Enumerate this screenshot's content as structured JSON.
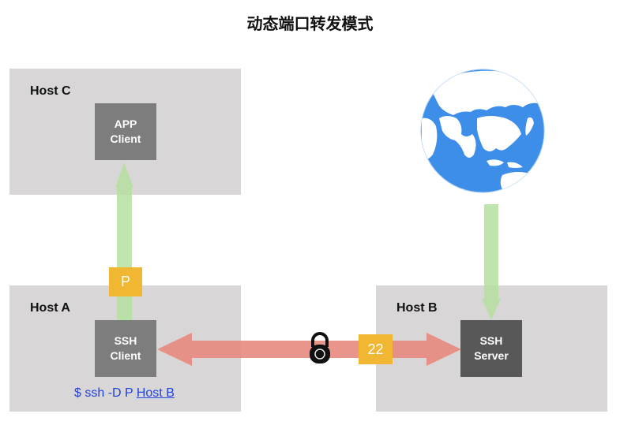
{
  "title": "动态端口转发模式",
  "hosts": {
    "c": {
      "label": "Host C"
    },
    "a": {
      "label": "Host A"
    },
    "b": {
      "label": "Host B"
    }
  },
  "nodes": {
    "app_client": {
      "line1": "APP",
      "line2": "Client"
    },
    "ssh_client": {
      "line1": "SSH",
      "line2": "Client"
    },
    "ssh_server": {
      "line1": "SSH",
      "line2": "Server"
    }
  },
  "badges": {
    "port_p": "P",
    "port_22": "22"
  },
  "command": {
    "prefix": "$ ssh -D P ",
    "host": "Host B"
  },
  "colors": {
    "host_bg": "#d8d6d7",
    "node_light": "#7d7d7d",
    "node_dark": "#585858",
    "badge": "#f2b732",
    "green_arrow": "#b6e0a0",
    "red_arrow": "#e88a80",
    "globe_ocean": "#3d8ee8",
    "command_text": "#2242e0"
  },
  "icons": [
    "padlock-icon",
    "globe-icon"
  ]
}
